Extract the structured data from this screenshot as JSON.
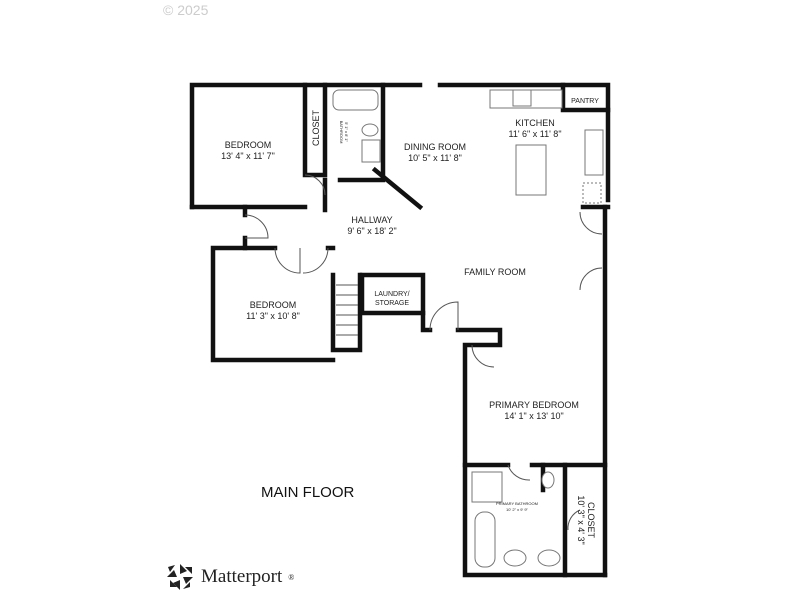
{
  "copyright": "© 2025",
  "floor_label": "MAIN FLOOR",
  "brand": "Matterport",
  "brand_mark": "®",
  "rooms": {
    "bedroom1": {
      "name": "BEDROOM",
      "dims": "13' 4\" x 11' 7\""
    },
    "closet1": {
      "name": "CLOSET"
    },
    "bathroom": {
      "name": "BATHROOM",
      "dims": "5' 1\" x 8' 1\""
    },
    "dining": {
      "name": "DINING ROOM",
      "dims": "10' 5\" x 11' 8\""
    },
    "kitchen": {
      "name": "KITCHEN",
      "dims": "11' 6\" x 11' 8\""
    },
    "pantry": {
      "name": "PANTRY"
    },
    "hallway": {
      "name": "HALLWAY",
      "dims": "9' 6\" x 18' 2\""
    },
    "family": {
      "name": "FAMILY ROOM"
    },
    "bedroom2": {
      "name": "BEDROOM",
      "dims": "11' 3\" x 10' 8\""
    },
    "laundry": {
      "name": "LAUNDRY/",
      "name2": "STORAGE"
    },
    "primary_bedroom": {
      "name": "PRIMARY BEDROOM",
      "dims": "14' 1\" x 13' 10\""
    },
    "primary_bath": {
      "name": "PRIMARY BATHROOM",
      "dims": "10' 2\" x 9' 9\""
    },
    "closet2": {
      "name": "CLOSET",
      "dims": "10' 3\" x 4' 3\""
    }
  }
}
